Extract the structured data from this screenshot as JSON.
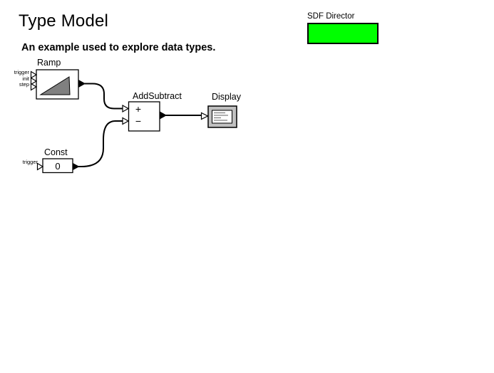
{
  "page": {
    "title": "Type Model",
    "subtitle": "An example used to explore data types."
  },
  "director": {
    "label": "SDF Director",
    "color": "#00FF00"
  },
  "actors": {
    "ramp": {
      "label": "Ramp",
      "inputs": [
        "trigger",
        "init",
        "step"
      ],
      "outputs": [
        "output"
      ]
    },
    "addsubtract": {
      "label": "AddSubtract",
      "plus": "+",
      "minus": "−",
      "outputs": [
        "output"
      ]
    },
    "display": {
      "label": "Display",
      "inputs": [
        "input"
      ]
    },
    "const": {
      "label": "Const",
      "value": "0",
      "inputs": [
        "trigger"
      ],
      "outputs": [
        "output"
      ]
    }
  },
  "connections": [
    {
      "from": "Ramp.output",
      "to": "AddSubtract.plus"
    },
    {
      "from": "Const.output",
      "to": "AddSubtract.minus"
    },
    {
      "from": "AddSubtract.output",
      "to": "Display.input"
    }
  ],
  "colors": {
    "background": "#FFFFFF",
    "border": "#000000",
    "wire": "#000000",
    "director_green": "#00FF00",
    "ramp_icon_gray": "#808080",
    "display_frame_gray": "#C0C0C0",
    "display_text_gray": "#808080",
    "actor_fill": "#FFFFFF"
  }
}
